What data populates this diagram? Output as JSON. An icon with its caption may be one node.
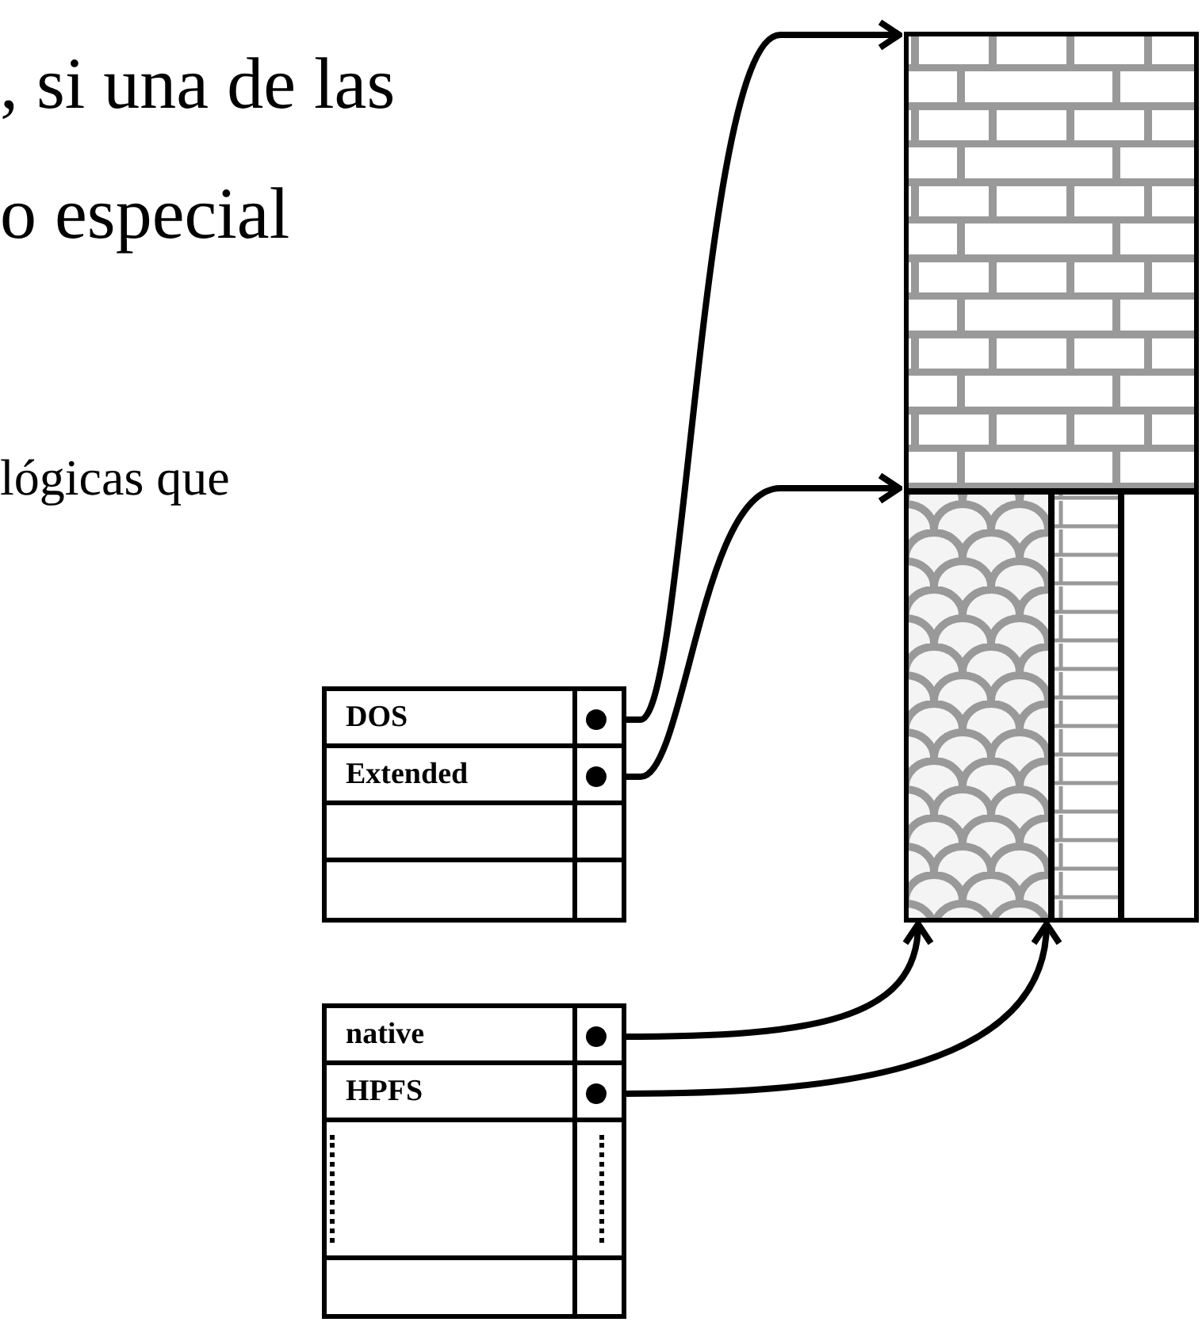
{
  "diagram": {
    "nodes": [
      {
        "text": [],
        "shape": "box"
      },
      {
        "text": [
          "DOS"
        ],
        "in": 0
      },
      {
        "text": [
          "Extended"
        ],
        "in": 0
      },
      {
        "text": [],
        "shape": "box",
        "in": 0
      },
      {
        "text": [],
        "shape": "box",
        "in": 0
      },
      {
        "text": [],
        "shape": "box"
      },
      {
        "text": [
          "native"
        ],
        "in": 5
      },
      {
        "text": [
          "HPFS"
        ],
        "in": 5
      },
      {
        "text": [],
        "shape": "box",
        "in": 5
      },
      {
        "text": [],
        "shape": "box",
        "in": 5
      },
      {
        "text": [],
        "shape": "box"
      },
      {
        "text": [],
        "shape": "box",
        "in": 10
      },
      {
        "text": [],
        "shape": "box",
        "in": 10
      },
      {
        "text": [],
        "shape": "box",
        "in": 12
      },
      {
        "text": [],
        "shape": "box",
        "in": 12
      },
      {
        "text": [],
        "shape": "box",
        "in": 12
      }
    ],
    "edges": [
      {
        "from": 1,
        "to": 11,
        "arrow": "to"
      },
      {
        "from": 2,
        "to": 12,
        "arrow": "to"
      },
      {
        "from": 6,
        "to": 13,
        "arrow": "to"
      },
      {
        "from": 7,
        "to": 14,
        "arrow": "to"
      }
    ],
    "labels": [
      ", si una de las",
      "o especial",
      "lógicas que"
    ]
  }
}
